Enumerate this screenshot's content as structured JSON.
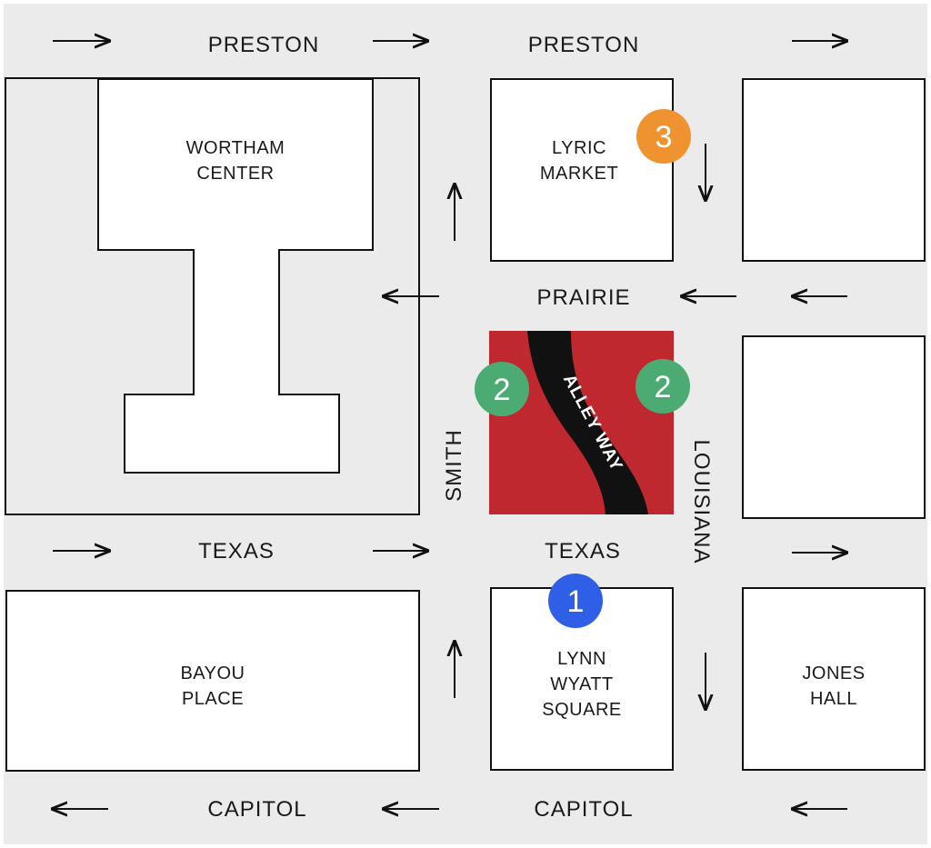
{
  "colors": {
    "street_background": "#ebebeb",
    "building_fill": "#ffffff",
    "building_outline": "#111111",
    "highlight_block": "#c0282f",
    "alley": "#111111",
    "alley_text": "#ffffff",
    "marker_1": "#2f5fe6",
    "marker_2": "#4bab73",
    "marker_3": "#ee9330"
  },
  "streets": {
    "preston_west": "PRESTON",
    "preston_east": "PRESTON",
    "prairie": "PRAIRIE",
    "texas_west": "TEXAS",
    "texas_east": "TEXAS",
    "capitol_west": "CAPITOL",
    "capitol_east": "CAPITOL",
    "smith": "SMITH",
    "louisiana": "LOUISIANA"
  },
  "buildings": {
    "wortham_center": [
      "WORTHAM",
      "CENTER"
    ],
    "lyric_market": [
      "LYRIC",
      "MARKET"
    ],
    "bayou_place": [
      "BAYOU",
      "PLACE"
    ],
    "lynn_wyatt_square": [
      "LYNN",
      "WYATT",
      "SQUARE"
    ],
    "jones_hall": [
      "JONES",
      "HALL"
    ]
  },
  "alley": {
    "label": "ALLEY WAY"
  },
  "markers": {
    "m1": "1",
    "m2_left": "2",
    "m2_right": "2",
    "m3": "3"
  },
  "arrows": {
    "preston": [
      "right-arrow-icon",
      "right-arrow-icon",
      "right-arrow-icon"
    ],
    "prairie": [
      "left-arrow-icon",
      "left-arrow-icon",
      "left-arrow-icon"
    ],
    "texas": [
      "right-arrow-icon",
      "right-arrow-icon",
      "right-arrow-icon"
    ],
    "capitol": [
      "left-arrow-icon",
      "left-arrow-icon",
      "left-arrow-icon"
    ],
    "smith": [
      "up-arrow-icon",
      "up-arrow-icon"
    ],
    "louisiana": [
      "down-arrow-icon",
      "down-arrow-icon"
    ]
  }
}
